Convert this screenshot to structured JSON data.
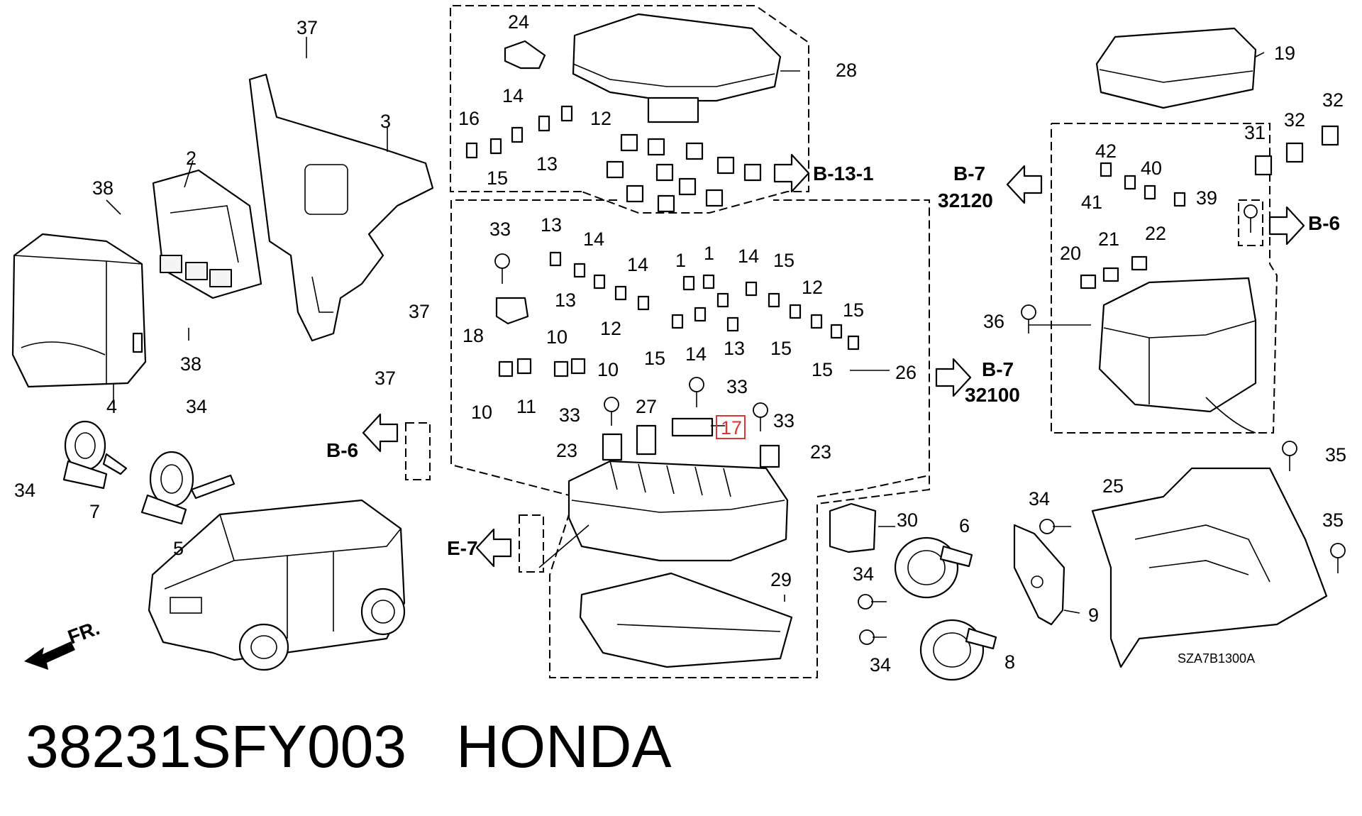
{
  "diagram": {
    "drawing_code": "SZA7B1300A",
    "highlighted_part": "17",
    "footer": {
      "part_number": "38231SFY003",
      "brand": "HONDA"
    },
    "direction_label": "FR.",
    "references": {
      "b13_1": "B-13-1",
      "b7_top": "B-7",
      "b7_top_code": "32120",
      "b7_mid": "B-7",
      "b7_mid_code": "32100",
      "b6_right": "B-6",
      "b6_left": "B-6",
      "e7": "E-7"
    },
    "callouts": {
      "c1": "1",
      "c1b": "1",
      "c2": "2",
      "c3": "3",
      "c4": "4",
      "c5": "5",
      "c6": "6",
      "c7": "7",
      "c8": "8",
      "c9": "9",
      "c10a": "10",
      "c10b": "10",
      "c10c": "10",
      "c11": "11",
      "c12a": "12",
      "c12b": "12",
      "c12c": "12",
      "c13a": "13",
      "c13b": "13",
      "c13c": "13",
      "c13d": "13",
      "c14a": "14",
      "c14b": "14",
      "c14c": "14",
      "c14d": "14",
      "c14e": "14",
      "c15a": "15",
      "c15b": "15",
      "c15c": "15",
      "c15d": "15",
      "c15e": "15",
      "c15f": "15",
      "c16": "16",
      "c17": "17",
      "c18": "18",
      "c19": "19",
      "c20": "20",
      "c21": "21",
      "c22": "22",
      "c23a": "23",
      "c23b": "23",
      "c24": "24",
      "c25": "25",
      "c26": "26",
      "c27": "27",
      "c28": "28",
      "c29": "29",
      "c30": "30",
      "c31": "31",
      "c32a": "32",
      "c32b": "32",
      "c33a": "33",
      "c33b": "33",
      "c33c": "33",
      "c33d": "33",
      "c34a": "34",
      "c34b": "34",
      "c34c": "34",
      "c34d": "34",
      "c34e": "34",
      "c35a": "35",
      "c35b": "35",
      "c36": "36",
      "c37a": "37",
      "c37b": "37",
      "c37c": "37",
      "c38a": "38",
      "c38b": "38",
      "c39": "39",
      "c40": "40",
      "c41": "41",
      "c42": "42"
    }
  }
}
